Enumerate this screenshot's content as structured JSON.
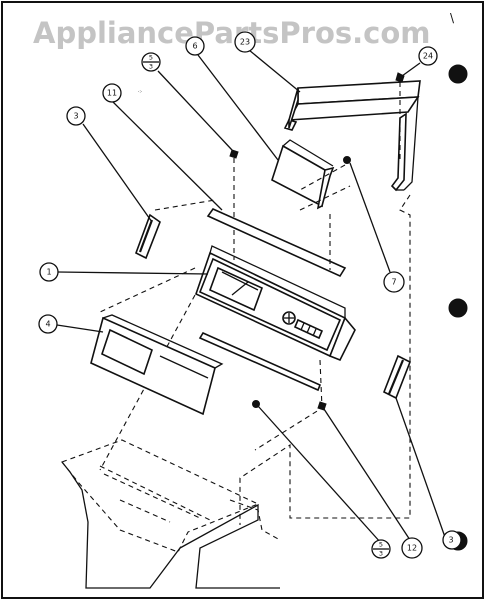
{
  "watermark": "AppliancePartsPros.com",
  "corner_mark": "\\",
  "callouts": [
    {
      "id": "c-1",
      "label": "1"
    },
    {
      "id": "c-3",
      "label": "3"
    },
    {
      "id": "c-4",
      "label": "4"
    },
    {
      "id": "c-6",
      "label": "6"
    },
    {
      "id": "c-7",
      "label": "7"
    },
    {
      "id": "c-11",
      "label": "11"
    },
    {
      "id": "c-12",
      "label": "12"
    },
    {
      "id": "c-23",
      "label": "23"
    },
    {
      "id": "c-24",
      "label": "24"
    }
  ],
  "fraction_callouts": [
    {
      "id": "f-top",
      "numerator": "5",
      "denominator": "3"
    },
    {
      "id": "f-bottom",
      "numerator": "5",
      "denominator": "3"
    }
  ],
  "edge_label": "3",
  "colors": {
    "ink": "#111111",
    "watermark": "#c4c4c4",
    "paper": "#ffffff"
  }
}
